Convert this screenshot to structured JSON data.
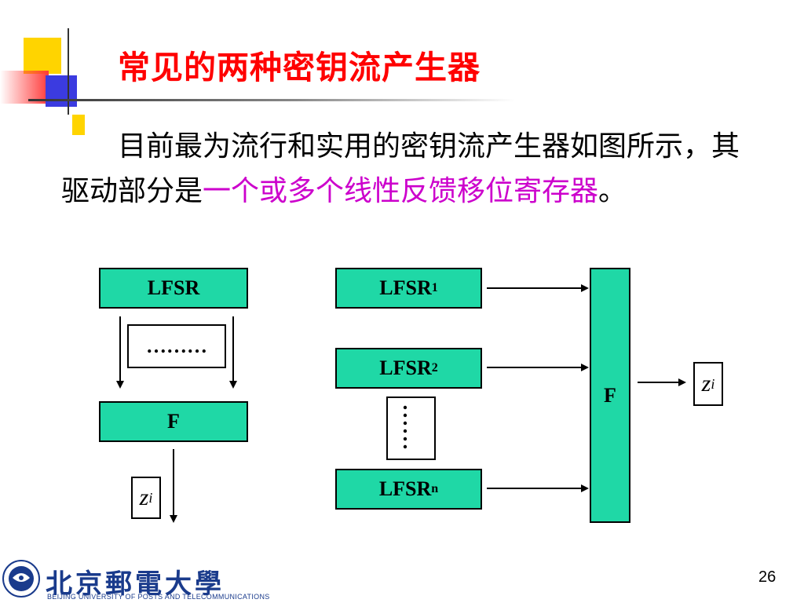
{
  "title": "常见的两种密钥流产生器",
  "body": {
    "text_plain_1": "目前最为流行和实用的密钥流产生器如图所示，其驱动部分是",
    "text_highlight": "一个或多个线性反馈移位寄存器",
    "text_plain_2": "。"
  },
  "diagram_left": {
    "lfsr_label": "LFSR",
    "dots_label": "………",
    "f_label": "F",
    "output_var": "z",
    "output_sub": "i"
  },
  "diagram_right": {
    "lfsr1_label": "LFSR",
    "lfsr1_sub": "1",
    "lfsr2_label": "LFSR",
    "lfsr2_sub": "2",
    "lfsrn_label": "LFSR",
    "lfsrn_sub": "n",
    "f_label": "F",
    "output_var": "z",
    "output_sub": "i"
  },
  "footer": {
    "university_cn": "北京郵電大學",
    "university_en": "BEIJING UNIVERSITY OF POSTS AND TELECOMMUNICATIONS",
    "page_number": "26"
  },
  "colors": {
    "title": "#ff0000",
    "highlight": "#cc00cc",
    "box_fill": "#1fd8a6",
    "logo": "#1a3b8c"
  }
}
